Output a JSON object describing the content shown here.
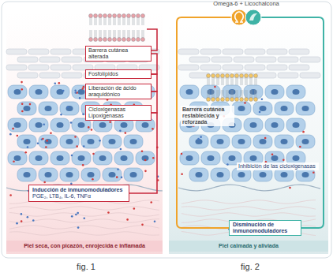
{
  "diagram": {
    "title": "Omega-6 + Licochalcona",
    "nodes": [
      {
        "text": [
          "Barrera cutánea alterada"
        ]
      },
      {
        "text": [
          "Fosfolípidos"
        ]
      },
      {
        "text": [
          "Liberación de ácido araquidónico"
        ]
      },
      {
        "text": [
          "Cicloxigenasas Lipoxigenasas"
        ]
      },
      {
        "text": [
          "Inducción de inmunomoduladores",
          "PGE₂, LTB₄, IL-6, TNFα"
        ]
      },
      {
        "text": [
          "Piel seca, con picazón, enrojecida e inflamada"
        ]
      },
      {
        "text": [
          "Disminución de inmunomoduladores"
        ]
      },
      {
        "text": [
          "Piel calmada y aliviada"
        ]
      }
    ],
    "edges": [
      {
        "from": 0,
        "to": 1,
        "arrow": "none"
      },
      {
        "from": 1,
        "to": 2,
        "arrow": "none"
      },
      {
        "from": 2,
        "to": 3,
        "arrow": "none"
      },
      {
        "from": 3,
        "to": 4,
        "arrow": "none"
      }
    ],
    "labels": [
      "Barrera cutánea restablecida y reforzada",
      "Inhibición de las cicloxigenasas",
      "fig. 1",
      "fig. 2"
    ]
  }
}
